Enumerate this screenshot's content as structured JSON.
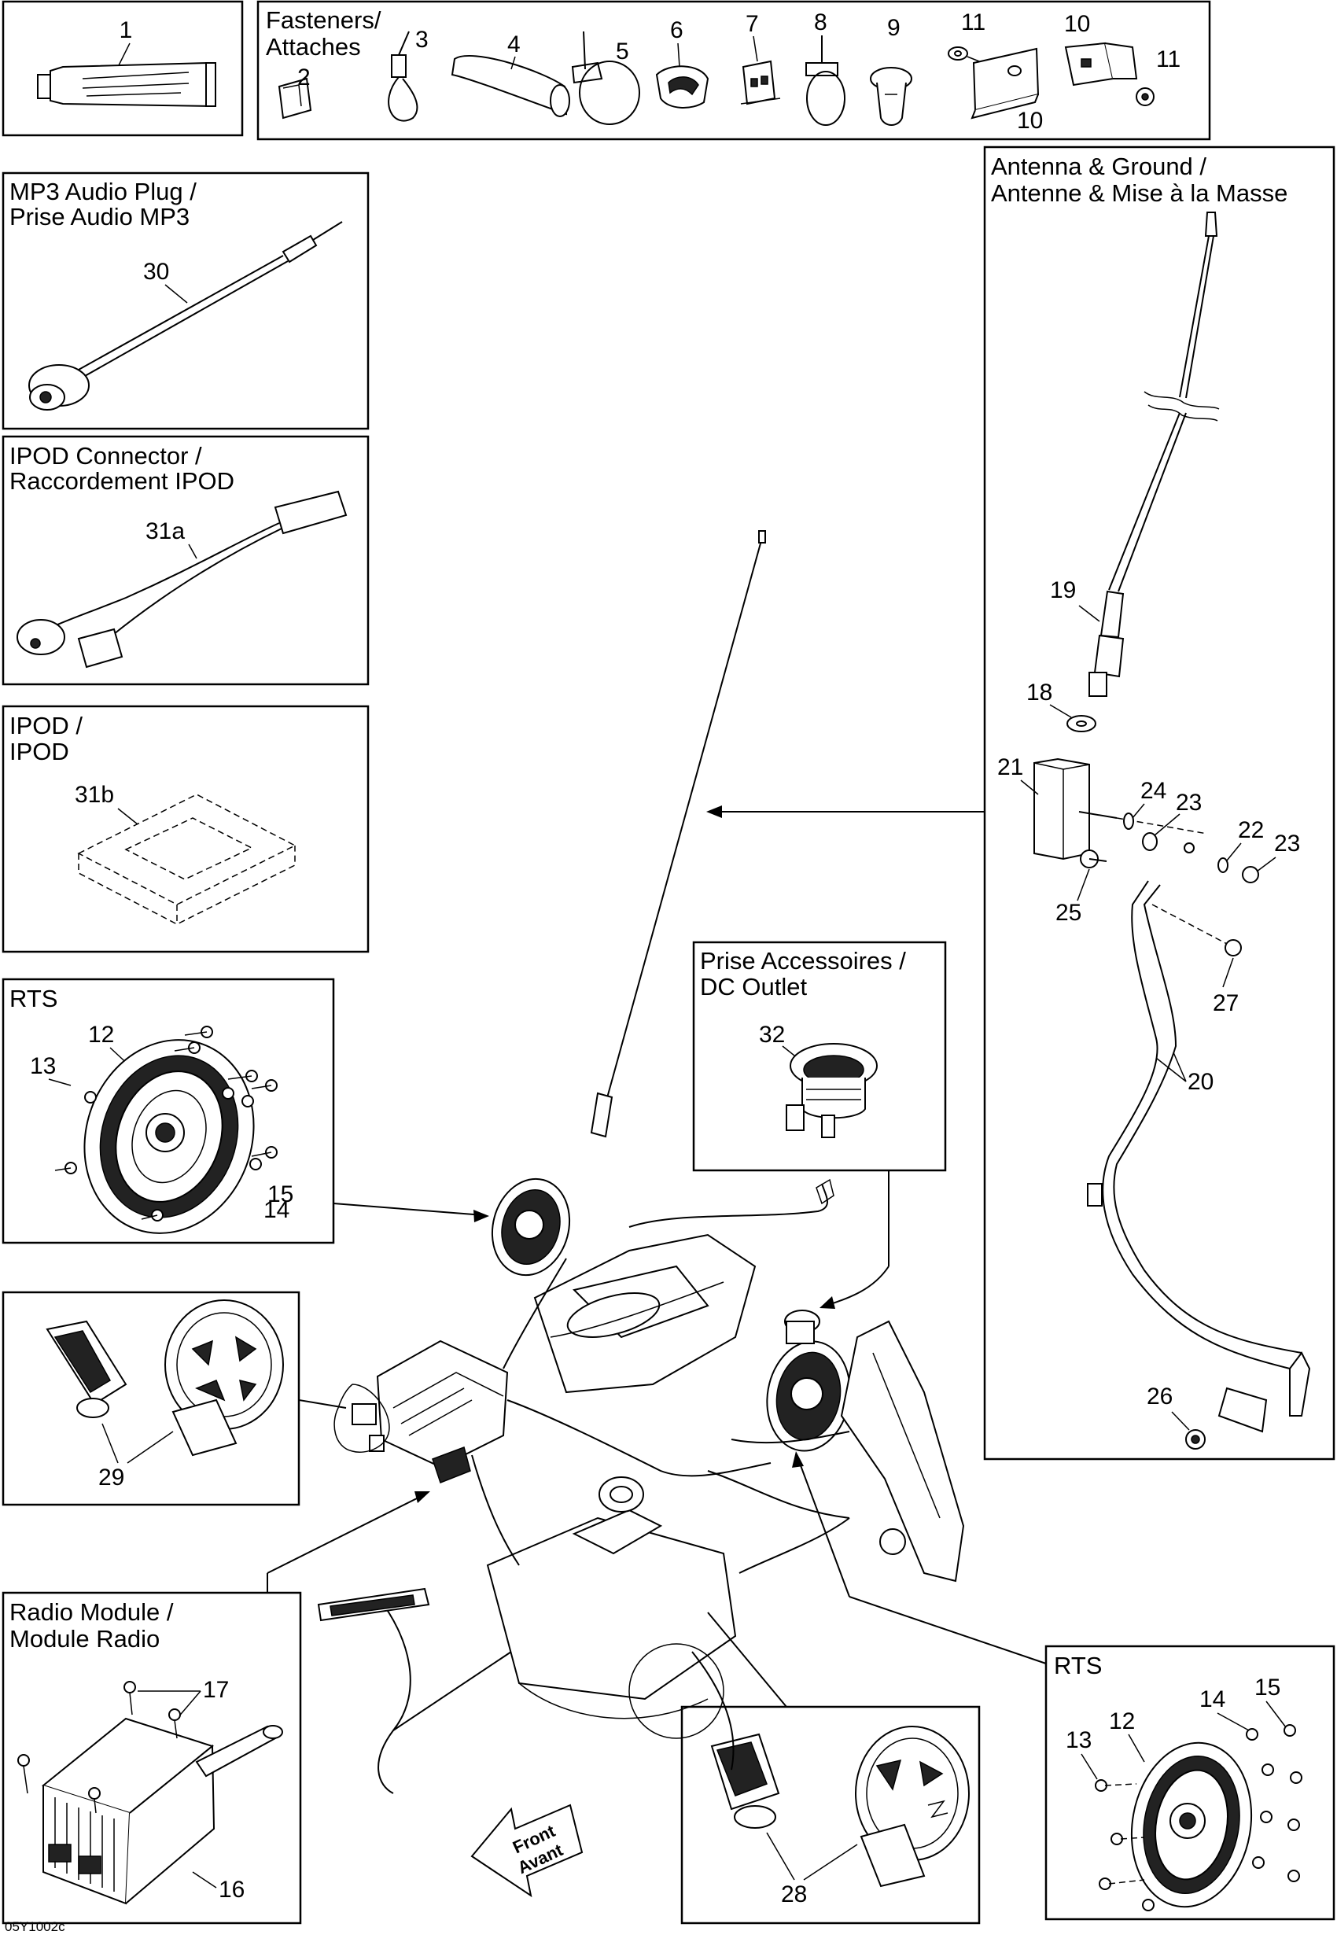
{
  "diagram_code": "05Y1002c",
  "direction_arrow": {
    "line1": "Front",
    "line2": "Avant"
  },
  "boxes": {
    "fasteners": {
      "title_line1": "Fasteners/",
      "title_line2": "Attaches"
    },
    "mp3": {
      "title_line1": "MP3 Audio Plug /",
      "title_line2": "Prise Audio MP3"
    },
    "ipod_connector": {
      "title_line1": "IPOD Connector /",
      "title_line2": "Raccordement IPOD"
    },
    "ipod": {
      "title_line1": "IPOD /",
      "title_line2": "IPOD"
    },
    "rts_left": {
      "title": "RTS"
    },
    "dc_outlet": {
      "title_line1": "Prise Accessoires /",
      "title_line2": "DC Outlet"
    },
    "antenna": {
      "title_line1": "Antenna & Ground /",
      "title_line2": "Antenne & Mise à la Masse"
    },
    "radio_module": {
      "title_line1": "Radio Module /",
      "title_line2": "Module Radio"
    },
    "rts_right": {
      "title": "RTS"
    }
  },
  "callouts": {
    "c1": "1",
    "c2": "2",
    "c3": "3",
    "c4": "4",
    "c5": "5",
    "c6": "6",
    "c7": "7",
    "c8": "8",
    "c9": "9",
    "c10a": "10",
    "c10b": "10",
    "c11a": "11",
    "c11b": "11",
    "c12l": "12",
    "c13l": "13",
    "c14l": "14",
    "c15l": "15",
    "c12r": "12",
    "c13r": "13",
    "c14r": "14",
    "c15r": "15",
    "c16": "16",
    "c17": "17",
    "c18": "18",
    "c19": "19",
    "c20": "20",
    "c21": "21",
    "c22": "22",
    "c23a": "23",
    "c23b": "23",
    "c24": "24",
    "c25": "25",
    "c26": "26",
    "c27": "27",
    "c28": "28",
    "c29": "29",
    "c30": "30",
    "c31a": "31a",
    "c31b": "31b",
    "c32": "32"
  }
}
